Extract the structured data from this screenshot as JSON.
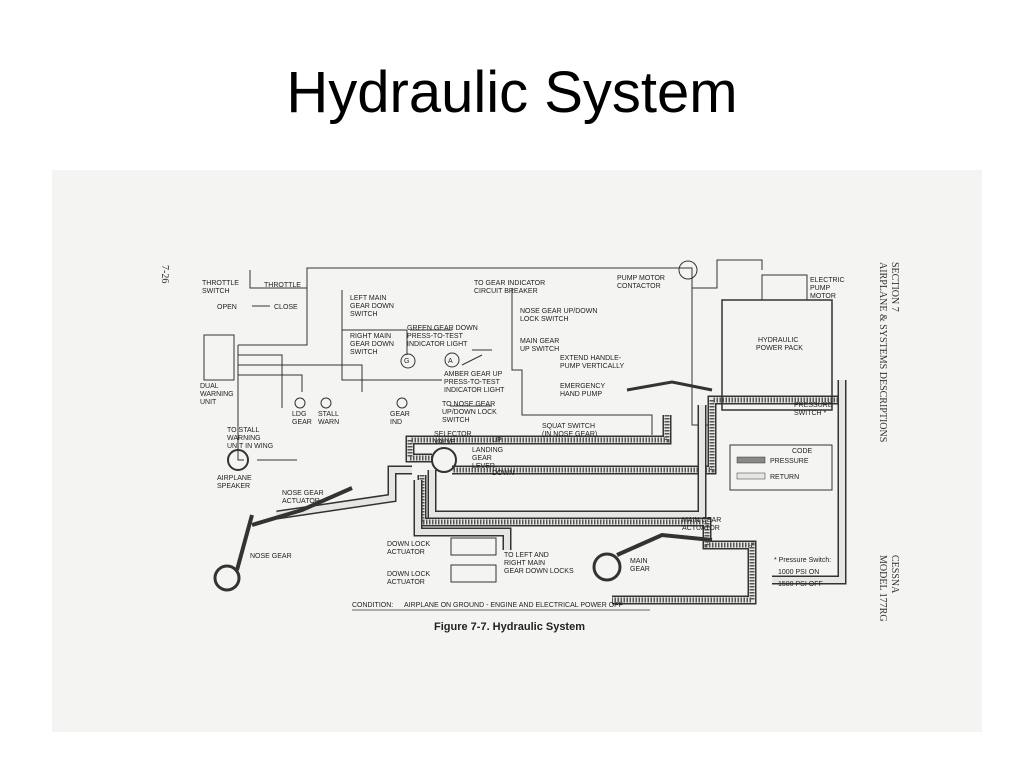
{
  "slide": {
    "title": "Hydraulic System"
  },
  "figure": {
    "page_number": "7-26",
    "side_section": "SECTION 7",
    "side_desc": "AIRPLANE & SYSTEMS DESCRIPTIONS",
    "side_make": "CESSNA",
    "side_model": "MODEL 177RG",
    "caption": "Figure 7-7.   Hydraulic System",
    "condition_prefix": "CONDITION:",
    "condition_text": "AIRPLANE ON GROUND - ENGINE AND ELECTRICAL POWER OFF",
    "labels": {
      "throttle_switch": [
        "THROTTLE",
        "SWITCH"
      ],
      "throttle": "THROTTLE",
      "open": "OPEN",
      "close": "CLOSE",
      "dual_warning": [
        "DUAL",
        "WARNING",
        "UNIT"
      ],
      "to_stall": [
        "TO STALL",
        "WARNING",
        "UNIT IN WING"
      ],
      "airplane_speaker": [
        "AIRPLANE",
        "SPEAKER"
      ],
      "ldg_gear": [
        "LDG",
        "GEAR"
      ],
      "stall_warn": [
        "STALL",
        "WARN"
      ],
      "gear_ind": [
        "GEAR",
        "IND"
      ],
      "left_main": [
        "LEFT MAIN",
        "GEAR DOWN",
        "SWITCH"
      ],
      "right_main": [
        "RIGHT MAIN",
        "GEAR DOWN",
        "SWITCH"
      ],
      "green_gear": [
        "GREEN GEAR DOWN",
        "PRESS-TO-TEST",
        "INDICATOR LIGHT"
      ],
      "amber_gear": [
        "AMBER GEAR UP",
        "PRESS-TO-TEST",
        "INDICATOR LIGHT"
      ],
      "to_gear_indicator": [
        "TO GEAR INDICATOR",
        "CIRCUIT BREAKER"
      ],
      "nose_gear_lock": [
        "NOSE GEAR UP/DOWN",
        "LOCK SWITCH"
      ],
      "main_gear_up": [
        "MAIN GEAR",
        "UP SWITCH"
      ],
      "extend_handle": [
        "EXTEND HANDLE-",
        "PUMP VERTICALLY"
      ],
      "emergency_pump": [
        "EMERGENCY",
        "HAND PUMP"
      ],
      "to_nose_gear": [
        "TO NOSE GEAR",
        "UP/DOWN LOCK",
        "SWITCH"
      ],
      "squat_switch": [
        "SQUAT SWITCH",
        "(IN NOSE GEAR)"
      ],
      "pump_motor_contactor": [
        "PUMP MOTOR",
        "CONTACTOR"
      ],
      "electric_pump_motor": [
        "ELECTRIC",
        "PUMP",
        "MOTOR"
      ],
      "hydraulic_power_pack": [
        "HYDRAULIC",
        "POWER PACK"
      ],
      "pressure_switch": [
        "PRESSURE",
        "SWITCH *"
      ],
      "selector_valve": [
        "SELECTOR",
        "VALVE"
      ],
      "up": "UP",
      "down": "DOWN",
      "landing_gear_lever": [
        "LANDING",
        "GEAR",
        "LEVER"
      ],
      "nose_gear_actuator": [
        "NOSE GEAR",
        "ACTUATOR"
      ],
      "nose_gear": "NOSE GEAR",
      "down_lock_actuator_1": [
        "DOWN LOCK",
        "ACTUATOR"
      ],
      "down_lock_actuator_2": [
        "DOWN LOCK",
        "ACTUATOR"
      ],
      "to_left_right": [
        "TO LEFT AND",
        "RIGHT MAIN",
        "GEAR DOWN LOCKS"
      ],
      "main_gear_actuator": [
        "MAIN GEAR",
        "ACTUATOR"
      ],
      "main_gear": [
        "MAIN",
        "GEAR"
      ],
      "g": "G",
      "a": "A"
    },
    "legend": {
      "title": "CODE",
      "pressure": "PRESSURE",
      "return": "RETURN"
    },
    "pressure_note": [
      "* Pressure Switch:",
      "1000 PSI ON",
      "1500 PSI OFF"
    ]
  }
}
